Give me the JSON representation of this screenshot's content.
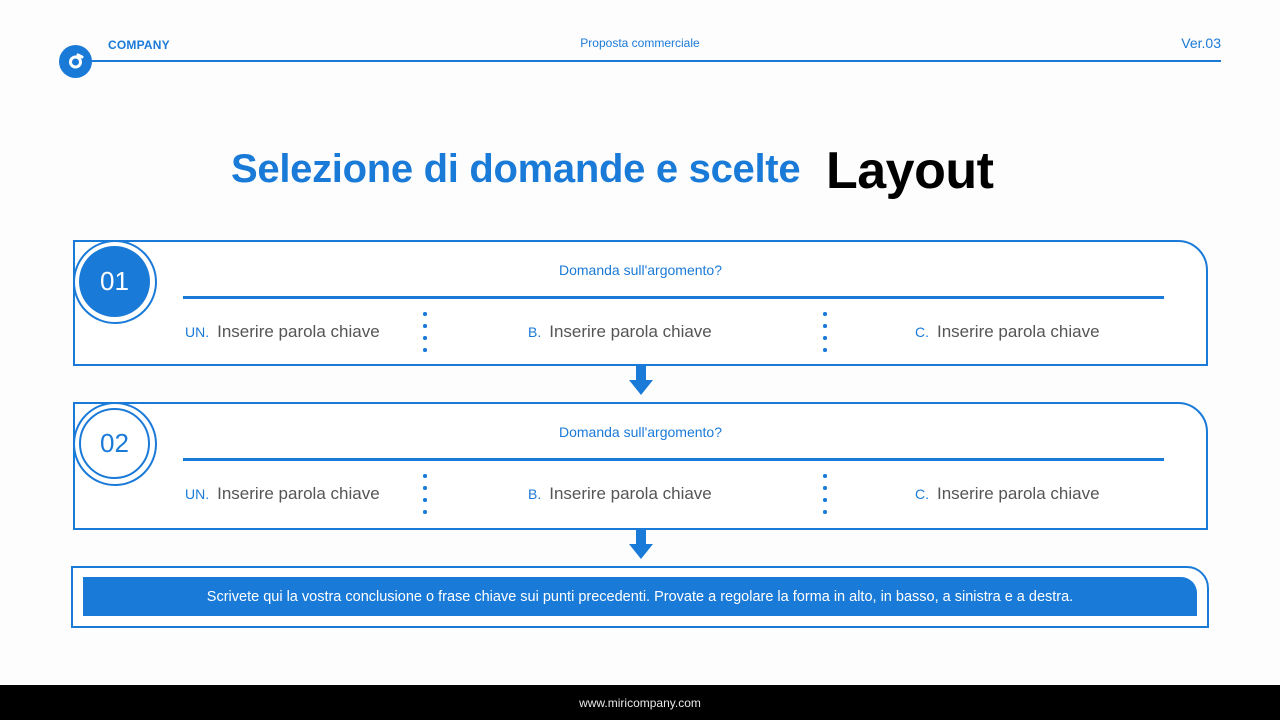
{
  "header": {
    "logo_icon": "circle-swirl-logo",
    "company": "COMPANY",
    "doc_title": "Proposta commerciale",
    "version": "Ver.03"
  },
  "title": {
    "main": "Selezione di domande e scelte",
    "overlay": "Layout"
  },
  "questions": [
    {
      "number": "01",
      "question": "Domanda sull'argomento?",
      "options": [
        {
          "letter": "UN.",
          "text": "Inserire parola chiave"
        },
        {
          "letter": "B.",
          "text": "Inserire parola chiave"
        },
        {
          "letter": "C.",
          "text": "Inserire parola chiave"
        }
      ]
    },
    {
      "number": "02",
      "question": "Domanda sull'argomento?",
      "options": [
        {
          "letter": "UN.",
          "text": "Inserire parola chiave"
        },
        {
          "letter": "B.",
          "text": "Inserire parola chiave"
        },
        {
          "letter": "C.",
          "text": "Inserire parola chiave"
        }
      ]
    }
  ],
  "conclusion": "Scrivete qui la vostra conclusione o frase chiave sui punti precedenti. Provate a regolare la forma in alto, in basso, a sinistra e a destra.",
  "footer": {
    "url": "www.miricompany.com"
  },
  "colors": {
    "accent": "#1a7ad8",
    "text_gray": "#555555",
    "footer_bg": "#000000"
  }
}
